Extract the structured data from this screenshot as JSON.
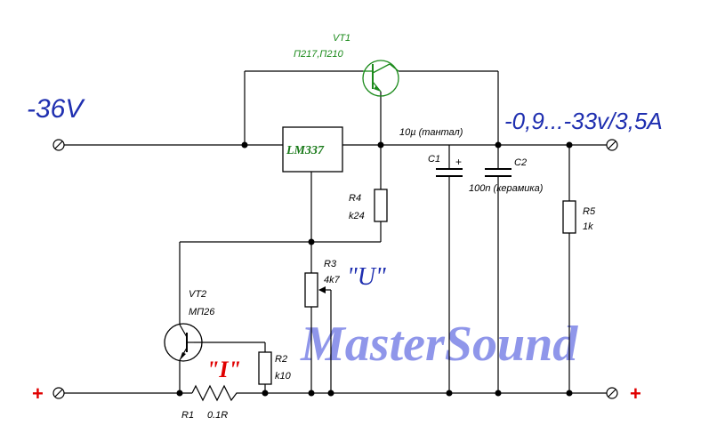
{
  "labels": {
    "vin": "-36V",
    "vout": "-0,9...-33v/3,5A",
    "vt1_name": "VT1",
    "vt1_type": "П217,П210",
    "ic": "LM337",
    "c1_val": "10µ (тантал)",
    "c1_name": "C1",
    "c1_plus": "+",
    "c2_name": "C2",
    "c2_val": "100n (керамика)",
    "r4_name": "R4",
    "r4_val": "k24",
    "r5_name": "R5",
    "r5_val": "1k",
    "r3_name": "R3",
    "r3_val": "4k7",
    "u_label": "\"U\"",
    "vt2_name": "VT2",
    "vt2_type": "МП26",
    "i_label": "\"I\"",
    "r2_name": "R2",
    "r2_val": "k10",
    "r1_name": "R1",
    "r1_val": "0.1R",
    "plus_left": "+",
    "plus_right": "+",
    "watermark": "MasterSound"
  },
  "colors": {
    "wire": "#000000",
    "blue_label": "#1f2fb0",
    "green_component": "#1a8a1a",
    "red_label": "#e00000",
    "watermark": "#8f96ea"
  }
}
